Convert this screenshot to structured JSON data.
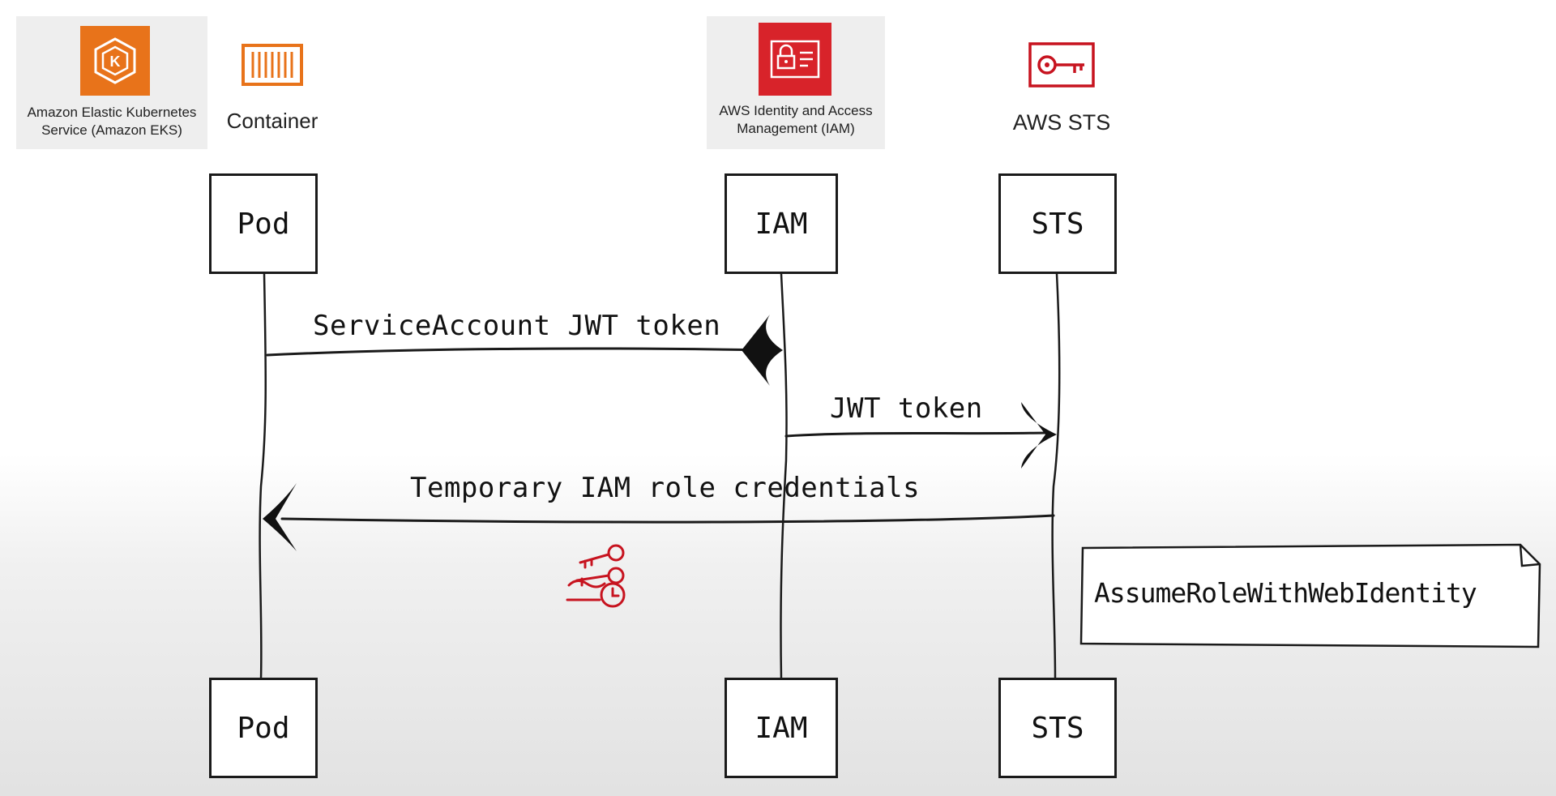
{
  "services": {
    "eks": {
      "label": "Amazon Elastic Kubernetes Service (Amazon EKS)",
      "icon": "eks-kubernetes-icon",
      "color": "#e8731a"
    },
    "container": {
      "label": "Container",
      "icon": "container-icon",
      "color": "#e8731a"
    },
    "iam": {
      "label": "AWS Identity and Access Management (IAM)",
      "icon": "iam-lock-card-icon",
      "color": "#d8232a"
    },
    "sts": {
      "label": "AWS STS",
      "icon": "sts-key-icon",
      "color": "#c7131f"
    }
  },
  "participants": {
    "pod": "Pod",
    "iam": "IAM",
    "sts": "STS"
  },
  "messages": {
    "m1": "ServiceAccount JWT token",
    "m2": "JWT token",
    "m3": "Temporary IAM role credentials"
  },
  "note": "AssumeRoleWithWebIdentity",
  "credentials_icon": "temporary-credentials-keys-icon"
}
